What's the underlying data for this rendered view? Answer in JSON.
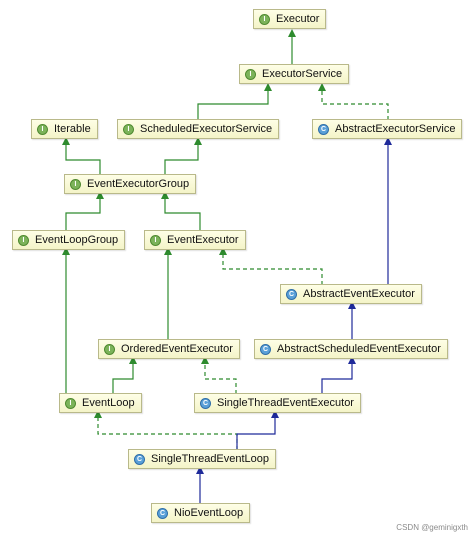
{
  "colors": {
    "extends_interface": "#2e8b2e",
    "extends_class": "#1f2a9a",
    "node_fill": "#fafad7",
    "node_border": "#b9b98a"
  },
  "nodes": {
    "executor": {
      "label": "Executor",
      "kind": "I"
    },
    "executor_service": {
      "label": "ExecutorService",
      "kind": "I"
    },
    "iterable": {
      "label": "Iterable",
      "kind": "I"
    },
    "scheduled_executor_service": {
      "label": "ScheduledExecutorService",
      "kind": "I"
    },
    "abstract_executor_service": {
      "label": "AbstractExecutorService",
      "kind": "C"
    },
    "event_executor_group": {
      "label": "EventExecutorGroup",
      "kind": "I"
    },
    "event_loop_group": {
      "label": "EventLoopGroup",
      "kind": "I"
    },
    "event_executor": {
      "label": "EventExecutor",
      "kind": "I"
    },
    "abstract_event_executor": {
      "label": "AbstractEventExecutor",
      "kind": "C"
    },
    "ordered_event_executor": {
      "label": "OrderedEventExecutor",
      "kind": "I"
    },
    "abstract_scheduled_event_executor": {
      "label": "AbstractScheduledEventExecutor",
      "kind": "C"
    },
    "event_loop": {
      "label": "EventLoop",
      "kind": "I"
    },
    "single_thread_event_executor": {
      "label": "SingleThreadEventExecutor",
      "kind": "C"
    },
    "single_thread_event_loop": {
      "label": "SingleThreadEventLoop",
      "kind": "C"
    },
    "nio_event_loop": {
      "label": "NioEventLoop",
      "kind": "C"
    }
  },
  "watermark": "CSDN @geminigxth"
}
